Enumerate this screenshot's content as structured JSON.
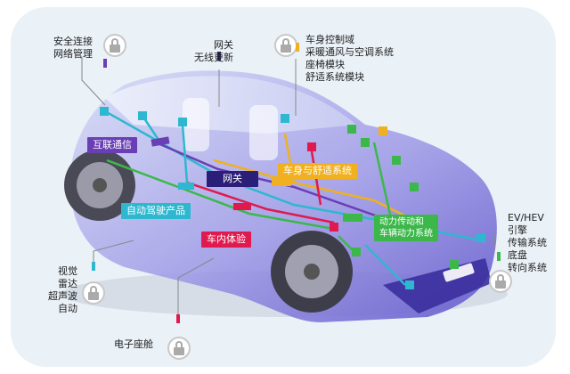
{
  "labels": {
    "security": [
      "安全连接",
      "网络管理"
    ],
    "gateway_ota": [
      "网关",
      "无线更新"
    ],
    "body_domain": [
      "车身控制域",
      "采暖通风与空调系统",
      "座椅模块",
      "舒适系统模块"
    ],
    "ev": [
      "EV/HEV",
      "引擎",
      "传输系统",
      "底盘",
      "转向系统"
    ],
    "sensors": [
      "视觉",
      "雷达",
      "超声波",
      "自动"
    ],
    "cockpit": [
      "电子座舱"
    ]
  },
  "tags": {
    "connectivity": "互联通信",
    "gateway": "网关",
    "body_comfort": "车身与舒适系统",
    "adas": "自动驾驶产品",
    "powertrain": [
      "动力传动和",
      "车辆动力系统"
    ],
    "in_vehicle": "车内体验"
  },
  "colors": {
    "connectivity": "#6a3fb5",
    "gateway": "#2a1e78",
    "body_comfort": "#f0b020",
    "adas": "#2eb8d0",
    "powertrain": "#3cb84a",
    "in_vehicle": "#e01a4f",
    "car_body": "#8a86e0",
    "backdrop": "#eaf1f7"
  }
}
